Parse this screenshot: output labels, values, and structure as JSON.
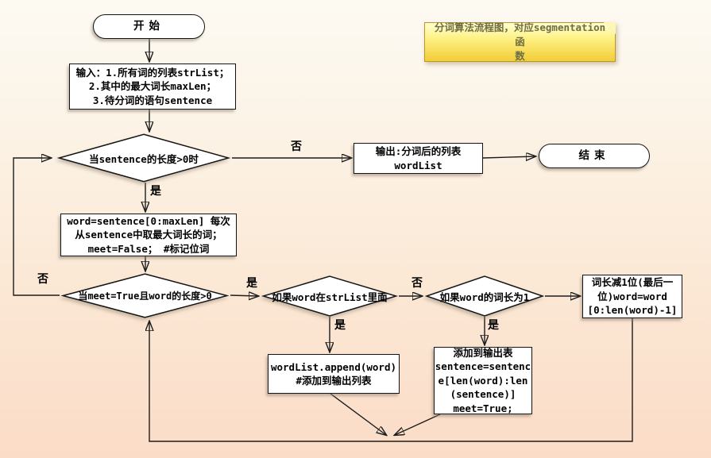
{
  "note": {
    "text": "分词算法流程图，对应segmentation函\n数"
  },
  "nodes": {
    "start": "开始",
    "input": "输入：1.所有词的列表strList；\n2.其中的最大词长maxLen；\n3.待分词的语句sentence",
    "cond_sentence": "当sentence的长度>0时",
    "output": "输出:分词后的列表\nwordList",
    "end": "结束",
    "take_word": "word=sentence[0:maxLen] 每次\n从sentence中取最大词长的词；\nmeet=False； #标记位词",
    "cond_meet": "当meet=True且word的长度>0",
    "cond_in_list": "如果word在strList里面",
    "cond_len1": "如果word的词长为1",
    "shorten": "词长减1位(最后一\n位)word=word\n[0:len(word)-1]",
    "append": "wordList.append(word)\n#添加到输出列表",
    "advance": "添加到输出表\nsentence=sentenc\ne[len(word):len\n(sentence)]\nmeet=True;"
  },
  "edge_labels": {
    "cond_sentence_yes": "是",
    "cond_sentence_no": "否",
    "cond_meet_no": "否",
    "cond_meet_yes": "是",
    "cond_in_list_yes": "是",
    "cond_in_list_no": "否",
    "cond_len1_yes": "是"
  },
  "colors": {
    "background_top": "#fdfaf3",
    "background_bottom": "#fbdcc7",
    "node_fill": "#ffffff",
    "node_border": "#141414",
    "note_top": "#ffffd2",
    "note_bottom": "#f2cd38",
    "note_border": "#bd952a",
    "note_text": "#6e6e46",
    "line": "#1c1c1c"
  }
}
